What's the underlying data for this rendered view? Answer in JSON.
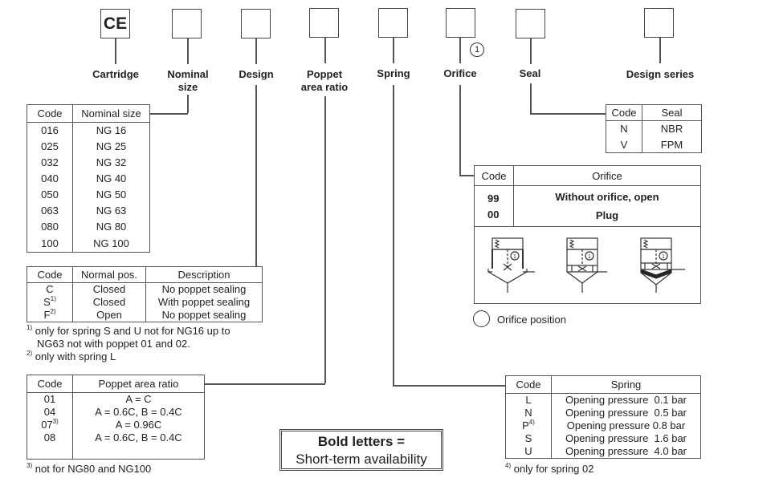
{
  "header": {
    "boxes": [
      {
        "id": "cartridge",
        "value": "CE",
        "label": "Cartridge"
      },
      {
        "id": "nominal-size",
        "value": "",
        "label": "Nominal size"
      },
      {
        "id": "design",
        "value": "",
        "label": "Design"
      },
      {
        "id": "poppet-area-ratio",
        "value": "",
        "label": "Poppet area ratio"
      },
      {
        "id": "spring",
        "value": "",
        "label": "Spring"
      },
      {
        "id": "orifice",
        "value": "",
        "label": "Orifice"
      },
      {
        "id": "seal",
        "value": "",
        "label": "Seal"
      },
      {
        "id": "design-series",
        "value": "",
        "label": "Design series"
      }
    ],
    "label_lines": {
      "nominal_1": "Nominal",
      "nominal_2": "size",
      "poppet_1": "Poppet",
      "poppet_2": "area ratio"
    },
    "orifice_marker": "1"
  },
  "nominal_size_table": {
    "headers": [
      "Code",
      "Nominal size"
    ],
    "rows": [
      {
        "code": "016",
        "value": "NG 16",
        "bold": true
      },
      {
        "code": "025",
        "value": "NG 25",
        "bold": true
      },
      {
        "code": "032",
        "value": "NG 32",
        "bold": true
      },
      {
        "code": "040",
        "value": "NG 40",
        "bold": true
      },
      {
        "code": "050",
        "value": "NG 50",
        "bold": true
      },
      {
        "code": "063",
        "value": "NG 63",
        "bold": true
      },
      {
        "code": "080",
        "value": "NG 80",
        "bold": true
      },
      {
        "code": "100",
        "value": "NG 100",
        "bold": true
      }
    ]
  },
  "design_table": {
    "headers": [
      "Code",
      "Normal pos.",
      "Description"
    ],
    "rows": [
      {
        "code": "C",
        "sup": "",
        "pos": "Closed",
        "desc": "No poppet sealing",
        "bold": true
      },
      {
        "code": "S",
        "sup": "1)",
        "pos": "Closed",
        "desc": "With poppet sealing",
        "bold": false
      },
      {
        "code": "F",
        "sup": "2)",
        "pos": "Open",
        "desc": "No poppet sealing",
        "bold": false
      }
    ],
    "footnotes": [
      {
        "mark": "1)",
        "text": "only for spring S and U not for NG16 up to"
      },
      {
        "mark": "",
        "text": "NG63 not with poppet 01 and 02."
      },
      {
        "mark": "2)",
        "text": "only with spring L"
      }
    ]
  },
  "poppet_table": {
    "headers": [
      "Code",
      "Poppet area ratio"
    ],
    "rows": [
      {
        "code": "01",
        "sup": "",
        "value": "A = C",
        "bold": true
      },
      {
        "code": "04",
        "sup": "",
        "value": "A = 0.6C, B = 0.4C",
        "bold": true
      },
      {
        "code": "07",
        "sup": "3)",
        "value": "A = 0.96C",
        "bold": false
      },
      {
        "code": "08",
        "sup": "",
        "value": "A = 0.6C, B = 0.4C",
        "bold": true
      }
    ],
    "footnote": {
      "mark": "3)",
      "text": "not for NG80 and NG100"
    }
  },
  "legend_box": {
    "line1": "Bold letters =",
    "line2": "Short-term availability"
  },
  "seal_table": {
    "headers": [
      "Code",
      "Seal"
    ],
    "rows": [
      {
        "code": "N",
        "value": "NBR",
        "bold": true
      },
      {
        "code": "V",
        "value": "FPM",
        "bold": false
      }
    ]
  },
  "orifice_table": {
    "headers": [
      "Code",
      "Orifice"
    ],
    "rows": [
      {
        "code": "99",
        "value": "Without orifice, open",
        "bold": true
      },
      {
        "code": "00",
        "value": "Plug",
        "bold": true
      }
    ],
    "diagram_marker": "1",
    "position_legend": "Orifice position"
  },
  "spring_table": {
    "headers": [
      "Code",
      "Spring"
    ],
    "rows": [
      {
        "code": "L",
        "sup": "",
        "value": "Opening pressure  0.1 bar",
        "bold": false
      },
      {
        "code": "N",
        "sup": "",
        "value": "Opening pressure  0.5 bar",
        "bold": false
      },
      {
        "code": "P",
        "sup": "4)",
        "value": "Opening pressure 0.8 bar",
        "bold": false
      },
      {
        "code": "S",
        "sup": "",
        "value": "Opening pressure  1.6 bar",
        "bold": true
      },
      {
        "code": "U",
        "sup": "",
        "value": "Opening pressure  4.0 bar",
        "bold": false
      }
    ],
    "footnote": {
      "mark": "4)",
      "text": "only for spring 02"
    }
  }
}
